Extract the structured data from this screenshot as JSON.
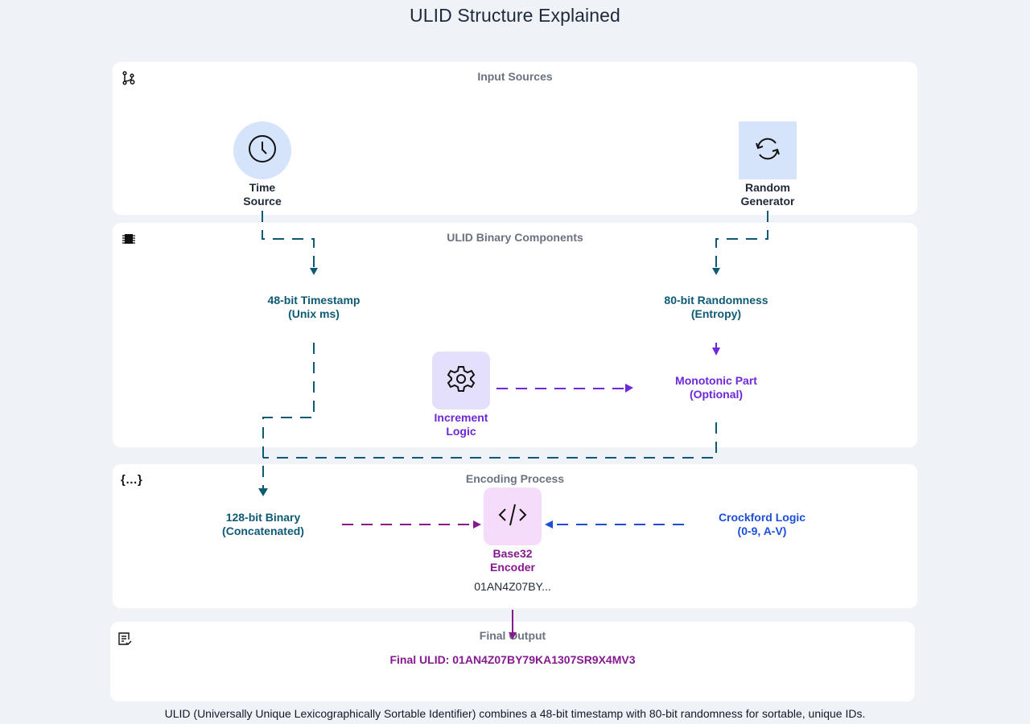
{
  "title": "ULID Structure Explained",
  "sections": {
    "input": {
      "title": "Input Sources",
      "icon": "git-branch-icon"
    },
    "binary": {
      "title": "ULID Binary Components",
      "icon": "chip-icon"
    },
    "encoding": {
      "title": "Encoding Process",
      "icon": "code-braces-icon"
    },
    "output": {
      "title": "Final Output",
      "icon": "checklist-icon"
    }
  },
  "nodes": {
    "time_source": {
      "line1": "Time",
      "line2": "Source",
      "icon": "clock-icon"
    },
    "random_generator": {
      "line1": "Random",
      "line2": "Generator",
      "icon": "refresh-icon"
    },
    "timestamp": {
      "line1": "48-bit Timestamp",
      "line2": "(Unix ms)"
    },
    "randomness": {
      "line1": "80-bit Randomness",
      "line2": "(Entropy)"
    },
    "increment_logic": {
      "line1": "Increment",
      "line2": "Logic",
      "icon": "gear-icon"
    },
    "monotonic": {
      "line1": "Monotonic Part",
      "line2": "(Optional)"
    },
    "binary128": {
      "line1": "128-bit Binary",
      "line2": "(Concatenated)"
    },
    "base32": {
      "line1": "Base32",
      "line2": "Encoder",
      "sample": "01AN4Z07BY...",
      "icon": "code-icon"
    },
    "crockford": {
      "line1": "Crockford Logic",
      "line2": "(0-9, A-V)"
    },
    "final_ulid": {
      "text": "Final ULID: 01AN4Z07BY79KA1307SR9X4MV3"
    }
  },
  "footer": "ULID (Universally Unique Lexicographically Sortable Identifier) combines a 48-bit timestamp with 80-bit randomness for sortable, unique IDs.",
  "colors": {
    "teal": "#0e5a74",
    "purple": "#6d28d9",
    "magenta": "#86198f",
    "blue": "#1d4ed8",
    "background": "#eff3f8",
    "node_blue": "#d6e4fb",
    "node_purple": "#e4e0fb",
    "node_pink": "#f5dcfb"
  }
}
